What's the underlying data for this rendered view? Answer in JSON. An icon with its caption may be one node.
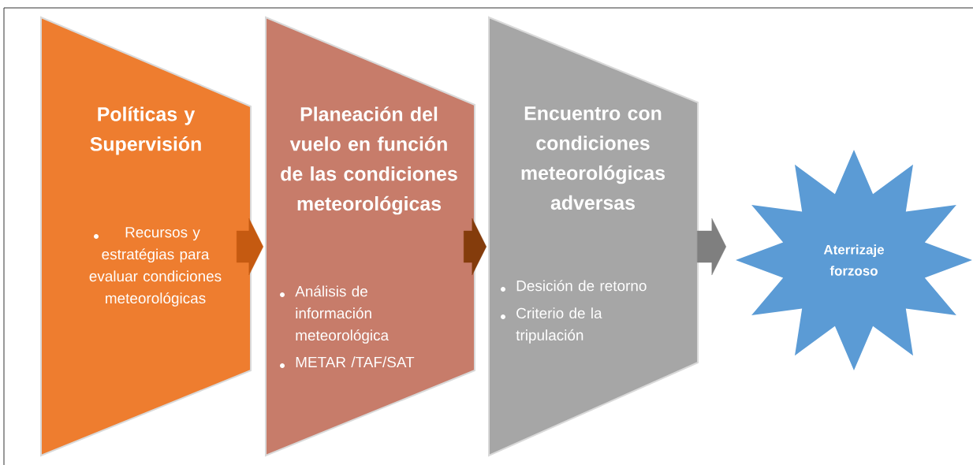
{
  "diagram": {
    "nodes": [
      {
        "text": [
          "Políticas y Supervisión",
          "Recursos y estratégias para evaluar condiciones meteorológicas"
        ]
      },
      {
        "text": [
          "Planeación del vuelo en función de las condiciones meteorológicas",
          "Análisis de información meteorológica",
          "METAR /TAF/SAT"
        ]
      },
      {
        "text": [
          "Encuentro con condiciones meteorológicas adversas",
          "Desición de retorno",
          "Criterio de la tripulación"
        ]
      },
      {
        "text": [
          "Aterrizaje forzoso"
        ]
      }
    ],
    "edges": [
      {
        "from": 0,
        "to": 1,
        "arrow": "to",
        "color": "#c55a11"
      },
      {
        "from": 1,
        "to": 2,
        "arrow": "to",
        "color": "#843c0c"
      },
      {
        "from": 2,
        "to": 3,
        "arrow": "to",
        "color": "#7f7f7f"
      }
    ]
  }
}
